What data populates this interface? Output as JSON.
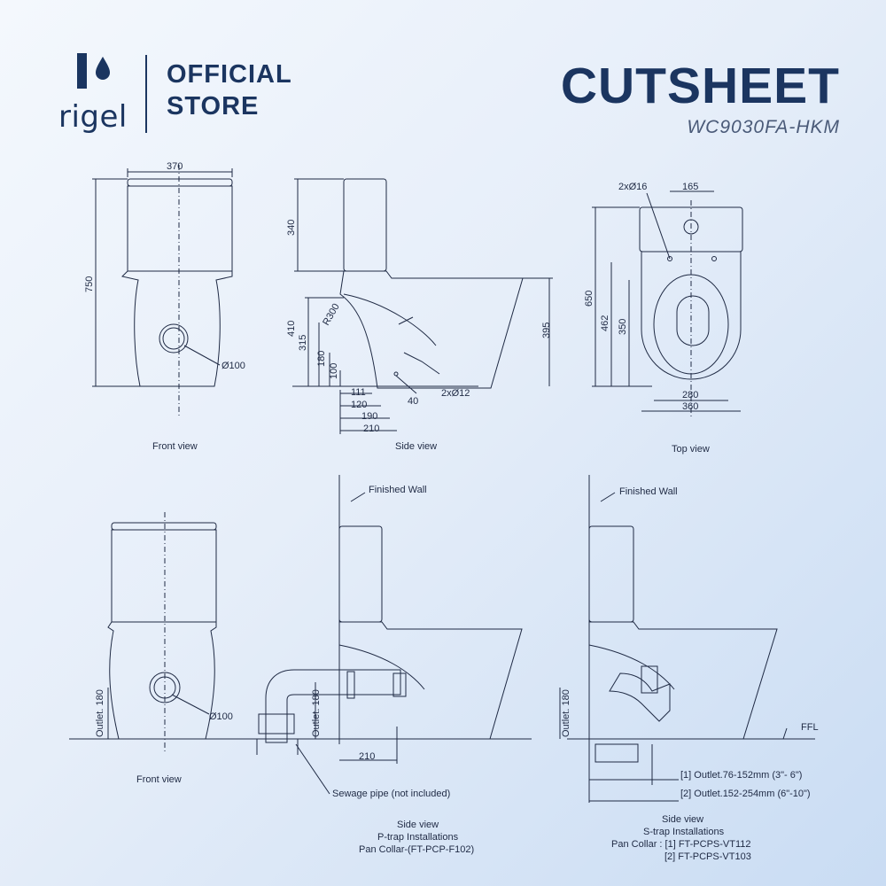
{
  "brand": {
    "name": "rigel",
    "store_line1": "OFFICIAL",
    "store_line2": "STORE"
  },
  "doc": {
    "title": "CUTSHEET",
    "model": "WC9030FA-HKM"
  },
  "dims": {
    "front_width": "370",
    "front_height": "750",
    "front_outlet": "Ø100",
    "tank_height": "340",
    "side_410": "410",
    "side_315": "315",
    "side_180": "180",
    "side_100": "100",
    "side_radius": "R300",
    "side_395": "395",
    "side_111": "111",
    "side_120": "120",
    "side_190": "190",
    "side_210": "210",
    "side_40": "40",
    "side_holes": "2xØ12",
    "top_holes": "2xØ16",
    "top_165": "165",
    "top_650": "650",
    "top_462": "462",
    "top_350": "350",
    "top_280": "280",
    "top_360": "360"
  },
  "view_labels": {
    "front": "Front view",
    "side": "Side view",
    "top": "Top view",
    "front2": "Front view"
  },
  "install": {
    "outlet_180": "Outlet. 180",
    "front_outlet": "Ø100",
    "finished_wall": "Finished Wall",
    "ptrap_210": "210",
    "sewage_pipe": "Sewage pipe (not included)",
    "ptrap_l1": "Side view",
    "ptrap_l2": "P-trap Installations",
    "ptrap_l3": "Pan Collar-(FT-PCP-F102)",
    "ffl": "FFL",
    "strap_outlet1": "[1] Outlet.76-152mm (3\"- 6\")",
    "strap_outlet2": "[2] Outlet.152-254mm (6\"-10\")",
    "strap_l1": "Side view",
    "strap_l2": "S-trap Installations",
    "strap_l3": "Pan Collar : [1] FT-PCPS-VT112",
    "strap_l4": "[2] FT-PCPS-VT103"
  }
}
